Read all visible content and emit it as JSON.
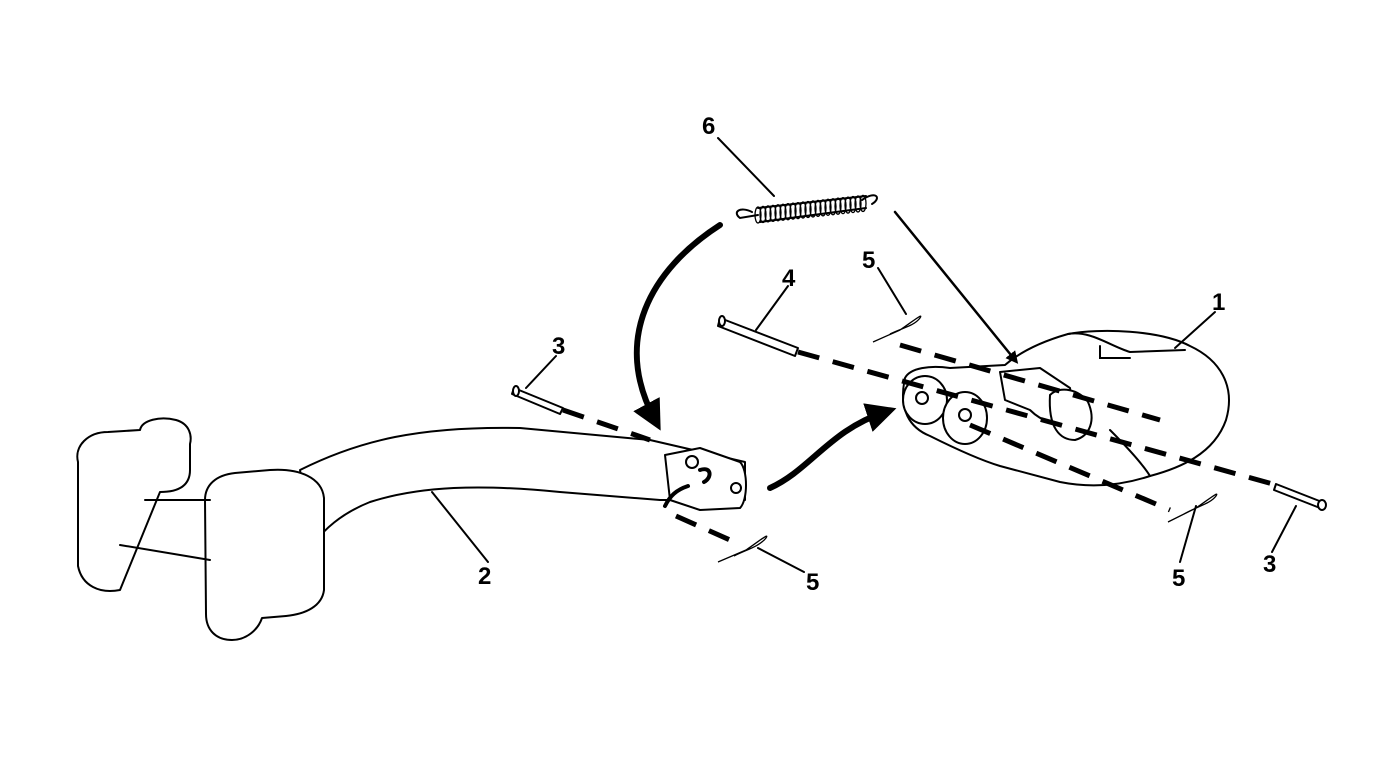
{
  "callouts": {
    "part_1": "1",
    "part_2": "2",
    "part_3_left": "3",
    "part_3_right": "3",
    "part_4": "4",
    "part_5_top": "5",
    "part_5_bottom_left": "5",
    "part_5_bottom_right": "5",
    "part_6": "6"
  }
}
